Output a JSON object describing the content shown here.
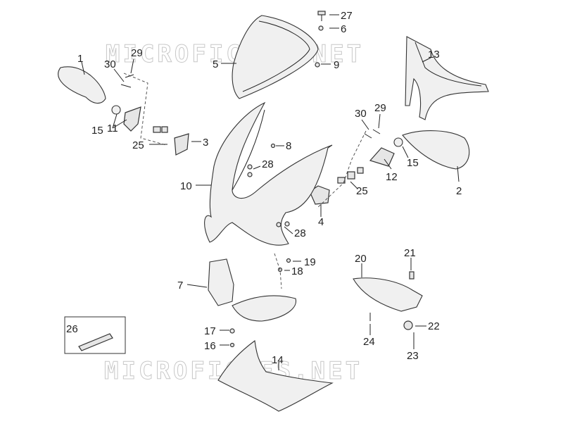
{
  "watermark": "MICROFICHES.NET",
  "callouts": {
    "c1": "1",
    "c2": "2",
    "c3": "3",
    "c4": "4",
    "c5": "5",
    "c6": "6",
    "c7": "7",
    "c8": "8",
    "c9": "9",
    "c10": "10",
    "c11": "11",
    "c12": "12",
    "c13": "13",
    "c14": "14",
    "c15a": "15",
    "c15b": "15",
    "c16": "16",
    "c17": "17",
    "c18": "18",
    "c19": "19",
    "c20": "20",
    "c21": "21",
    "c22": "22",
    "c23": "23",
    "c24": "24",
    "c25a": "25",
    "c25b": "25",
    "c26": "26",
    "c27": "27",
    "c28a": "28",
    "c28b": "28",
    "c29a": "29",
    "c29b": "29",
    "c30a": "30",
    "c30b": "30"
  }
}
